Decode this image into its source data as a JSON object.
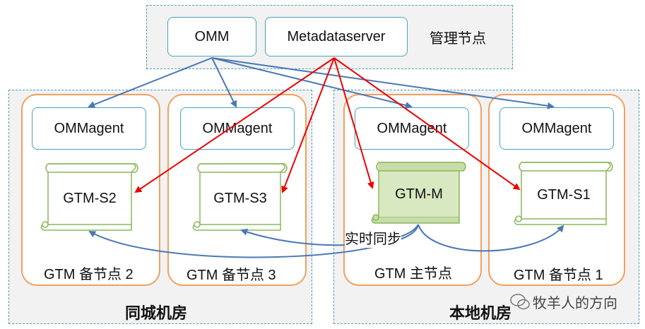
{
  "mgmt": {
    "omm": "OMM",
    "metadataserver": "Metadataserver",
    "title": "管理节点"
  },
  "rooms": {
    "same_city": "同城机房",
    "local": "本地机房"
  },
  "nodes": [
    {
      "agent": "OMMagent",
      "gtm": "GTM-S2",
      "label": "GTM 备节点 2"
    },
    {
      "agent": "OMMagent",
      "gtm": "GTM-S3",
      "label": "GTM 备节点 3"
    },
    {
      "agent": "OMMagent",
      "gtm": "GTM-M",
      "label": "GTM 主节点"
    },
    {
      "agent": "OMMagent",
      "gtm": "GTM-S1",
      "label": "GTM 备节点 1"
    }
  ],
  "sync_label": "实时同步",
  "watermark": "牧羊人的方向",
  "colors": {
    "blue_arrow": "#4a78b5",
    "red_arrow": "#ee0000",
    "zone_border": "#4a9fb5",
    "node_border": "#f0a060",
    "primary_fill": "#d8e8c0"
  }
}
